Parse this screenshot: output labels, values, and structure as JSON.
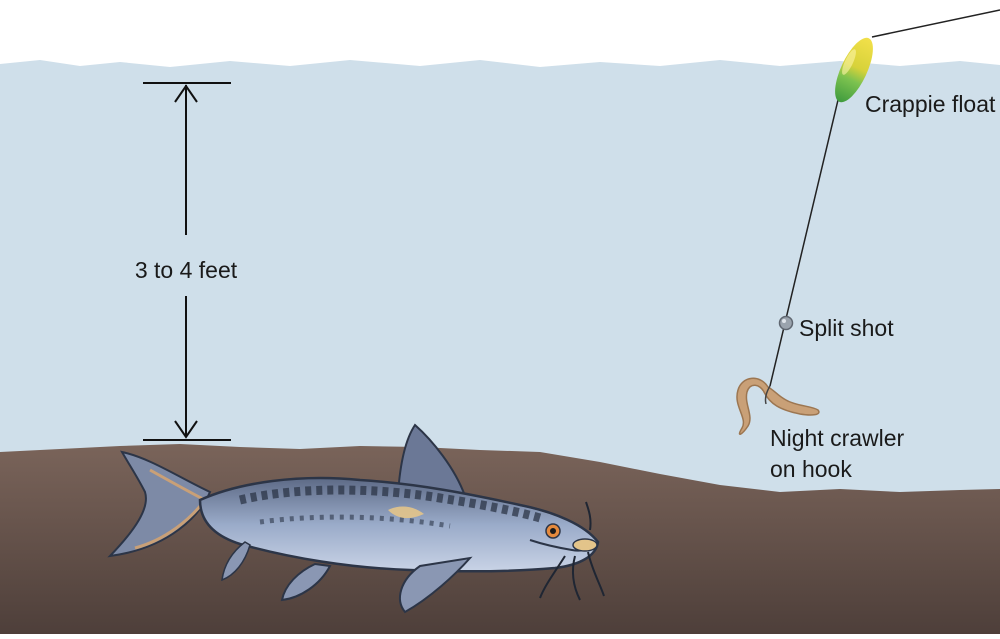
{
  "depth": {
    "label": "3 to 4 feet"
  },
  "rig": {
    "float_label": "Crappie float",
    "split_shot_label": "Split shot",
    "bait_label_line1": "Night crawler",
    "bait_label_line2": "on hook"
  },
  "colors": {
    "sky": "#ffffff",
    "water": "#cfdfea",
    "bottom": "#6e5a52",
    "bottom_dark": "#4a3b36",
    "float_top": "#e4d23a",
    "float_bottom": "#5fb14a",
    "worm": "#c9a077",
    "fish_body": "#8fa0bf",
    "fish_dark": "#2c3547"
  },
  "icons": {
    "fish": "catfish-illustration",
    "float": "bobber-icon",
    "shot": "split-shot-icon",
    "bait": "worm-icon"
  }
}
